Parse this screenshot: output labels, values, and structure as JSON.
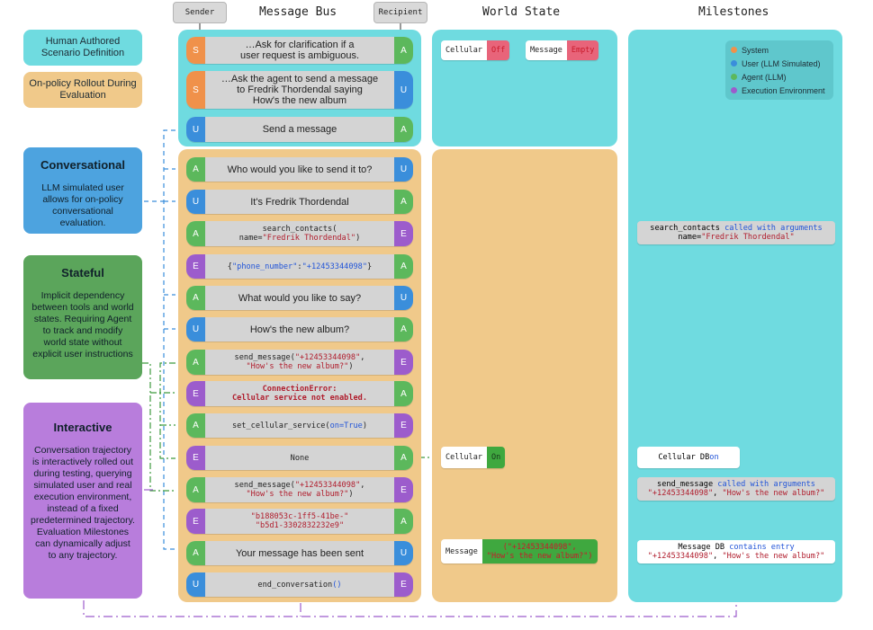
{
  "headers": {
    "sender": "Sender",
    "message_bus": "Message Bus",
    "recipient": "Recipient",
    "world_state": "World State",
    "milestones": "Milestones"
  },
  "legend_boxes": {
    "human": "Human Authored Scenario Definition",
    "rollout": "On-policy Rollout During Evaluation"
  },
  "side_panels": {
    "conversational": {
      "title": "Conversational",
      "desc": "LLM simulated user allows for on-policy conversational evaluation."
    },
    "stateful": {
      "title": "Stateful",
      "desc": "Implicit dependency between tools and world states. Requiring Agent to track and modify world state without explicit user instructions"
    },
    "interactive": {
      "title": "Interactive",
      "desc": "Conversation trajectory is interactively rolled out during testing, querying simulated user and real execution environment, instead of a fixed predetermined trajectory. Evaluation Milestones can dynamically adjust to any trajectory."
    }
  },
  "messages": [
    {
      "s": "S",
      "r": "A",
      "l1": "…Ask for clarification if a",
      "l2": "user request is ambiguous."
    },
    {
      "s": "S",
      "r": "U",
      "l1": "…Ask the agent to send a message",
      "l2": "to Fredrik Thordendal saying",
      "l3": "How's the new album"
    },
    {
      "s": "U",
      "r": "A",
      "l1": "Send a message"
    },
    {
      "s": "A",
      "r": "U",
      "l1": "Who would you like to send it to?"
    },
    {
      "s": "U",
      "r": "A",
      "l1": "It's Fredrik Thordendal"
    },
    {
      "s": "A",
      "r": "E",
      "fn": "search_contacts(",
      "arg": "name=",
      "val": "\"Fredrik Thordendal\"",
      "close": ")"
    },
    {
      "s": "E",
      "r": "A",
      "open": "{",
      "key": "\"phone_number\"",
      "sep": ": ",
      "val": "\"+12453344098\"",
      "close": "}"
    },
    {
      "s": "A",
      "r": "U",
      "l1": "What would you like to say?"
    },
    {
      "s": "U",
      "r": "A",
      "l1": "How's the new album?"
    },
    {
      "s": "A",
      "r": "E",
      "fn": "send_message(",
      "val1": "\"+12453344098\"",
      "comma": ",",
      "val2": "\"How's the new album?\"",
      "close": ")"
    },
    {
      "s": "E",
      "r": "A",
      "err1": "ConnectionError:",
      "err2": "Cellular service not enabled."
    },
    {
      "s": "A",
      "r": "E",
      "fn": "set_cellular_service(",
      "arg": "on=",
      "val": "True",
      "close": ")"
    },
    {
      "s": "E",
      "r": "A",
      "val": "None"
    },
    {
      "s": "A",
      "r": "E",
      "fn": "send_message(",
      "val1": "\"+12453344098\"",
      "comma": ",",
      "val2": "\"How's the new album?\"",
      "close": ")"
    },
    {
      "s": "E",
      "r": "A",
      "val1": "\"b188053c-1ff5-41be-\"",
      "val2": "\"b5d1-3302832232e9\""
    },
    {
      "s": "A",
      "r": "U",
      "l1": "Your message has been sent"
    },
    {
      "s": "U",
      "r": "E",
      "fn": "end_conversation",
      "close": "()"
    }
  ],
  "world_state": {
    "cellular_label": "Cellular",
    "cellular_off": "Off",
    "message_label": "Message",
    "message_empty": "Empty",
    "cellular_on": "On",
    "message_val1": "(\"+12453344098\",",
    "message_val2": "\"How's the new album?\")"
  },
  "milestones": {
    "legend": [
      "System",
      "User (LLM Simulated)",
      "Agent (LLM)",
      "Execution Environment"
    ],
    "m1": {
      "fn": "search_contacts",
      "mid": " called with arguments",
      "arg": "name=",
      "val": "\"Fredrik Thordendal\""
    },
    "m2": {
      "label": "Cellular DB ",
      "val": "on"
    },
    "m3": {
      "fn": "send_message",
      "mid": " called with arguments",
      "val1": "\"+12453344098\"",
      "comma": ", ",
      "val2": "\"How's the new album?\""
    },
    "m4": {
      "label": "Message DB ",
      "mid": "contains entry",
      "val1": "\"+12453344098\"",
      "comma": ", ",
      "val2": "\"How's the new album?\""
    }
  },
  "colors": {
    "cyan": "#6fdbe0",
    "orange": "#f0c98a",
    "system": "#f0914a",
    "user": "#3a8edb",
    "agent": "#5cb85c",
    "env": "#9c5ccc",
    "conv_panel": "#4da3df",
    "stateful_panel": "#5ba55b",
    "interactive_panel": "#b87ddc"
  }
}
